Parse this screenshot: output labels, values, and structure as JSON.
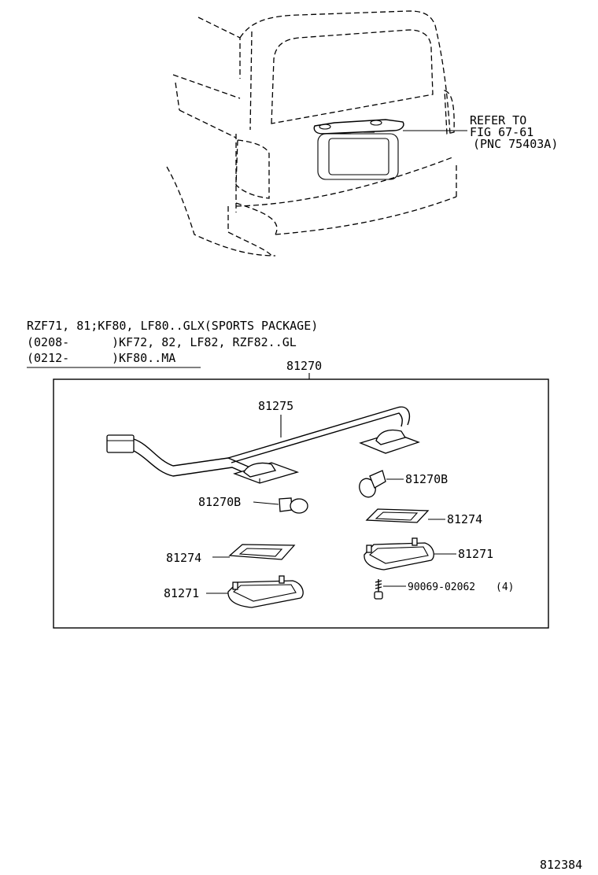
{
  "refer": {
    "line1": "REFER TO",
    "line2": "FIG 67-61",
    "line3": "(PNC 75403A)"
  },
  "applicability": {
    "line1": "RZF71, 81;KF80, LF80..GLX(SPORTS PACKAGE)",
    "line2a": "(0208-",
    "line2b": ")KF72, 82, LF82, RZF82..GL",
    "line3a": "(0212-",
    "line3b": ")KF80..MA"
  },
  "parts": {
    "assembly": "81270",
    "wire": "81275",
    "bulb_right": "81270B",
    "bulb_left": "81270B",
    "gasket_right": "81274",
    "gasket_left": "81274",
    "cover_right": "81271",
    "cover_left": "81271",
    "screw": "90069-02062",
    "screw_qty": "(4)"
  },
  "diagram_id": "812384"
}
